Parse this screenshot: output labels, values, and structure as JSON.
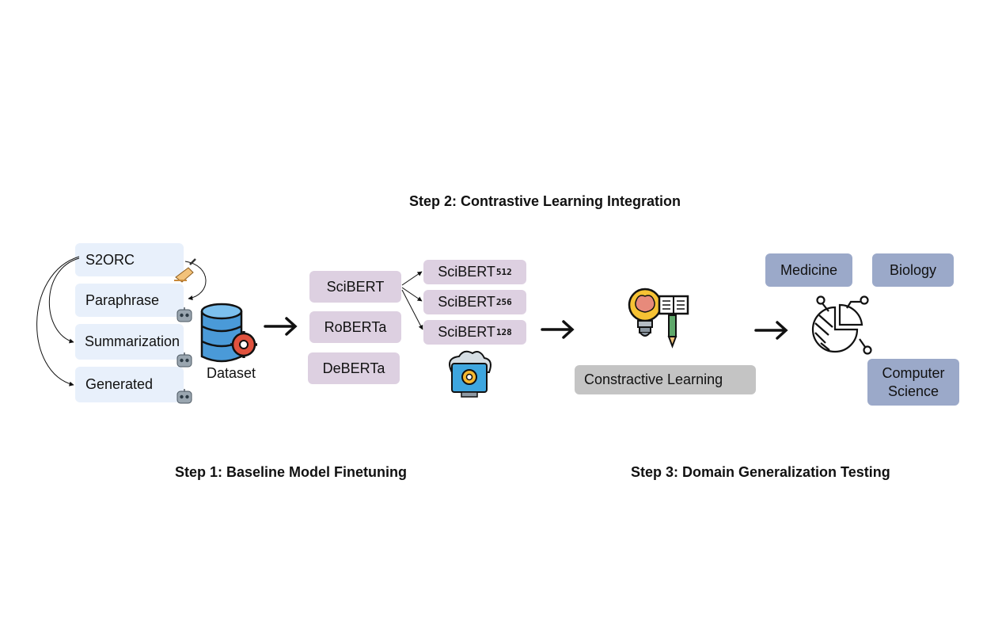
{
  "steps": {
    "step1": "Step 1: Baseline Model Finetuning",
    "step2": "Step 2: Contrastive Learning Integration",
    "step3": "Step 3: Domain Generalization Testing"
  },
  "sources": [
    "S2ORC",
    "Paraphrase",
    "Summarization",
    "Generated"
  ],
  "dataset_label": "Dataset",
  "models": [
    "SciBERT",
    "RoBERTa",
    "DeBERTa"
  ],
  "variants": [
    {
      "base": "SciBERT",
      "sub": "512"
    },
    {
      "base": "SciBERT",
      "sub": "256"
    },
    {
      "base": "SciBERT",
      "sub": "128"
    }
  ],
  "contrastive_label": "Constractive Learning",
  "domains": [
    "Medicine",
    "Biology",
    "Computer Science"
  ],
  "domain3_lines": [
    "Computer",
    "Science"
  ],
  "icons": [
    "writing-hand-icon",
    "robot-icon",
    "database-gear-icon",
    "cloud-computer-gear-icon",
    "lightbulb-brain-book-icon",
    "pie-chart-icon"
  ],
  "colors": {
    "source_box": "#e8f0fb",
    "model_box": "#ddd0e1",
    "domain_box": "#9ba9c9",
    "contrastive_box": "#c4c4c4"
  }
}
